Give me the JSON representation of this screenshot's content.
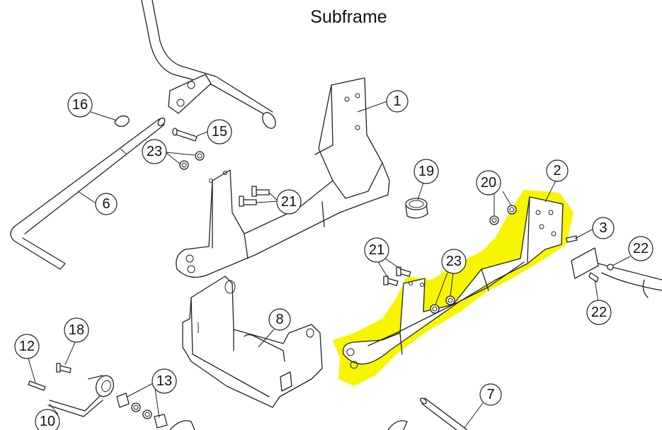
{
  "title": "Subframe",
  "callouts": [
    {
      "id": "c1",
      "label": "1"
    },
    {
      "id": "c2",
      "label": "2"
    },
    {
      "id": "c3",
      "label": "3"
    },
    {
      "id": "c6",
      "label": "6"
    },
    {
      "id": "c7",
      "label": "7"
    },
    {
      "id": "c8",
      "label": "8"
    },
    {
      "id": "c10",
      "label": "10"
    },
    {
      "id": "c12",
      "label": "12"
    },
    {
      "id": "c13",
      "label": "13"
    },
    {
      "id": "c15",
      "label": "15"
    },
    {
      "id": "c16",
      "label": "16"
    },
    {
      "id": "c18",
      "label": "18"
    },
    {
      "id": "c19",
      "label": "19"
    },
    {
      "id": "c20",
      "label": "20"
    },
    {
      "id": "c21a",
      "label": "21"
    },
    {
      "id": "c21b",
      "label": "21"
    },
    {
      "id": "c22a",
      "label": "22"
    },
    {
      "id": "c22b",
      "label": "22"
    },
    {
      "id": "c23a",
      "label": "23"
    },
    {
      "id": "c23b",
      "label": "23"
    }
  ],
  "colors": {
    "highlight": "#f7f500",
    "line": "#222222",
    "background": "#ffffff"
  }
}
